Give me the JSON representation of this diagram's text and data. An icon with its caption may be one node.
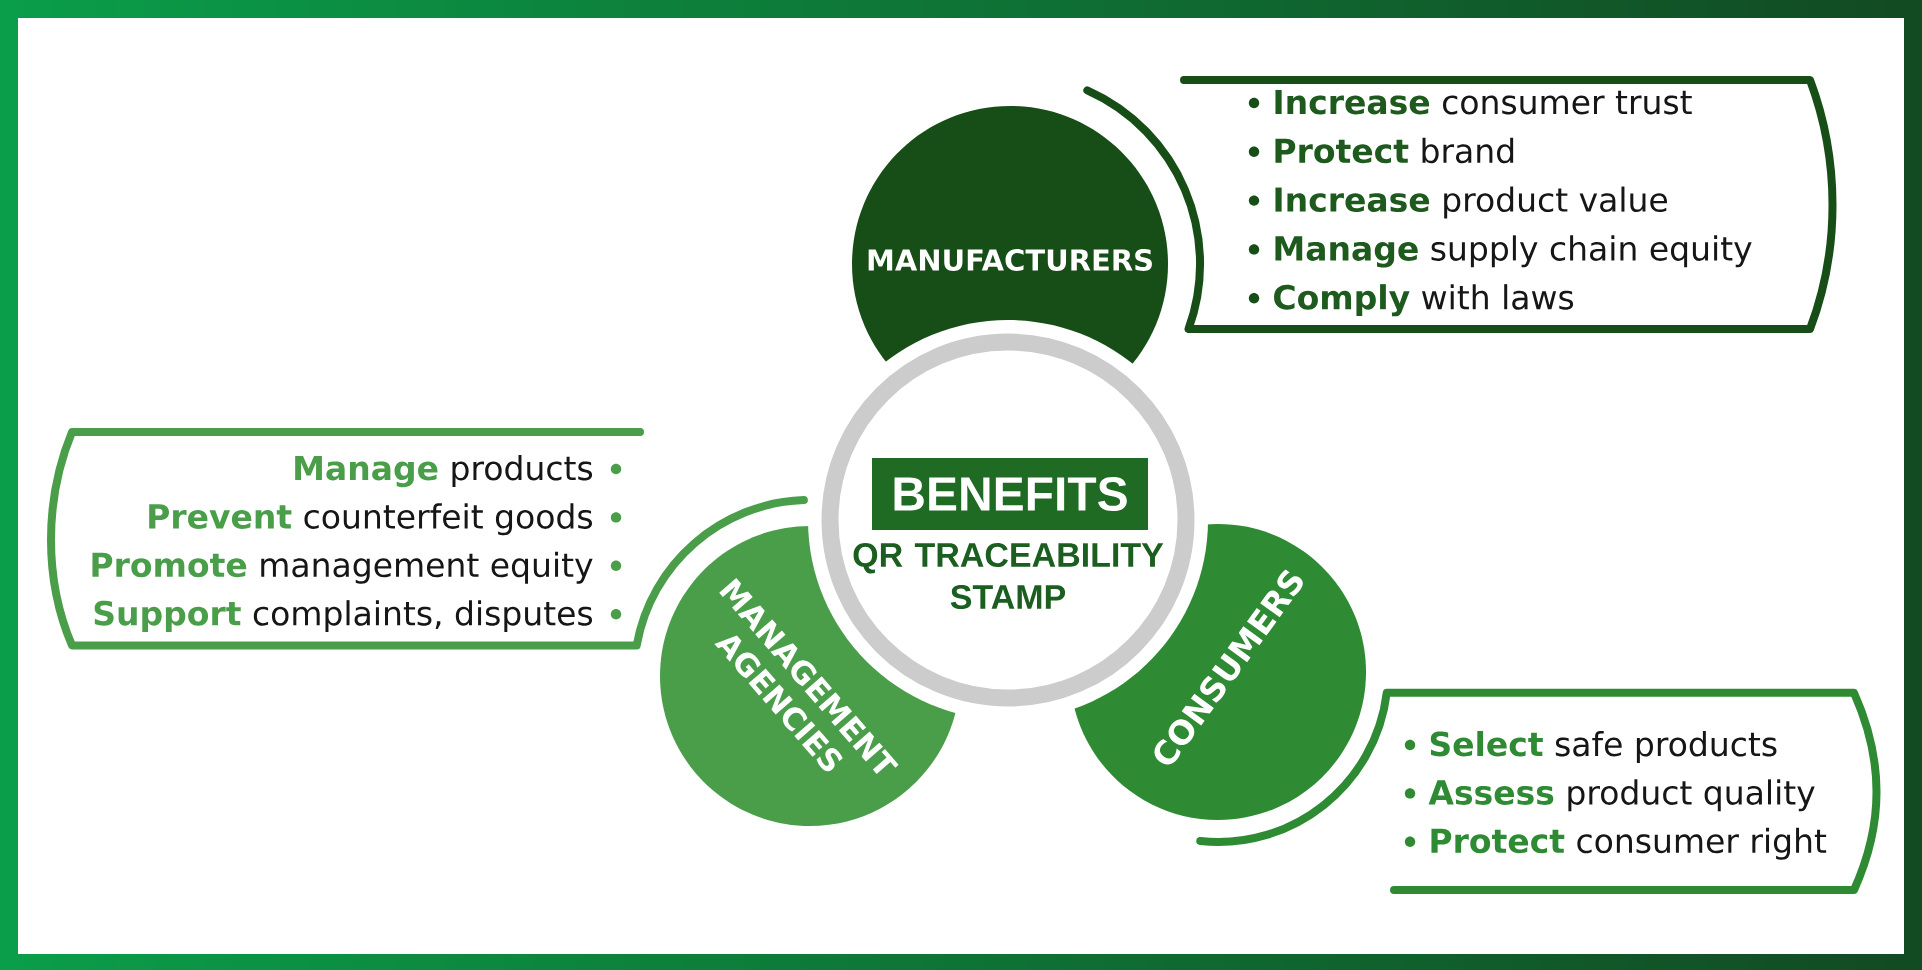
{
  "diagram": {
    "nodes": [
      {
        "text": [
          "BENEFITS",
          "QR TRACEABILITY STAMP"
        ]
      },
      {
        "text": [
          "MANUFACTURERS"
        ]
      },
      {
        "text": [
          "**Increase** consumer trust",
          "**Protect** brand",
          "**Increase** product value",
          "**Manage** supply chain equity",
          "**Comply** with laws"
        ]
      },
      {
        "text": [
          "MANAGEMENT AGENCIES"
        ]
      },
      {
        "text": [
          "**Manage** products",
          "**Prevent** counterfeit goods",
          "**Promote** management equity",
          "**Support** complaints, disputes"
        ]
      },
      {
        "text": [
          "CONSUMERS"
        ]
      },
      {
        "text": [
          "**Select** safe products",
          "**Assess** product quality",
          "**Protect** consumer right"
        ]
      }
    ]
  }
}
